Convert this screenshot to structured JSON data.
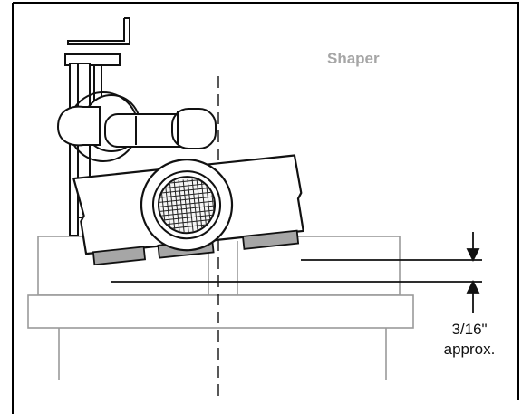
{
  "diagram": {
    "title": "Shaper",
    "dimension": {
      "value": "3/16\"",
      "note": "approx."
    }
  },
  "colors": {
    "frame": "#000000",
    "outline": "#9a9a9a",
    "machine_fill": "#ffffff",
    "machine_stroke": "#111111",
    "feet_fill": "#a6a6a6",
    "title": "#a6a6a6"
  }
}
